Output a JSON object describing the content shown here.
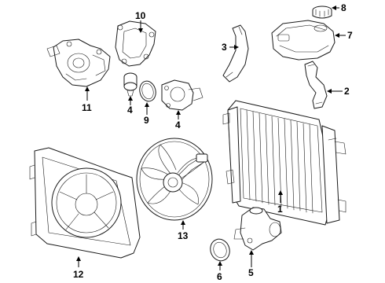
{
  "callouts": {
    "n1": "1",
    "n2": "2",
    "n3": "3",
    "n4a": "4",
    "n4b": "4",
    "n5": "5",
    "n6": "6",
    "n7": "7",
    "n8": "8",
    "n9": "9",
    "n10": "10",
    "n11": "11",
    "n12": "12",
    "n13": "13"
  }
}
